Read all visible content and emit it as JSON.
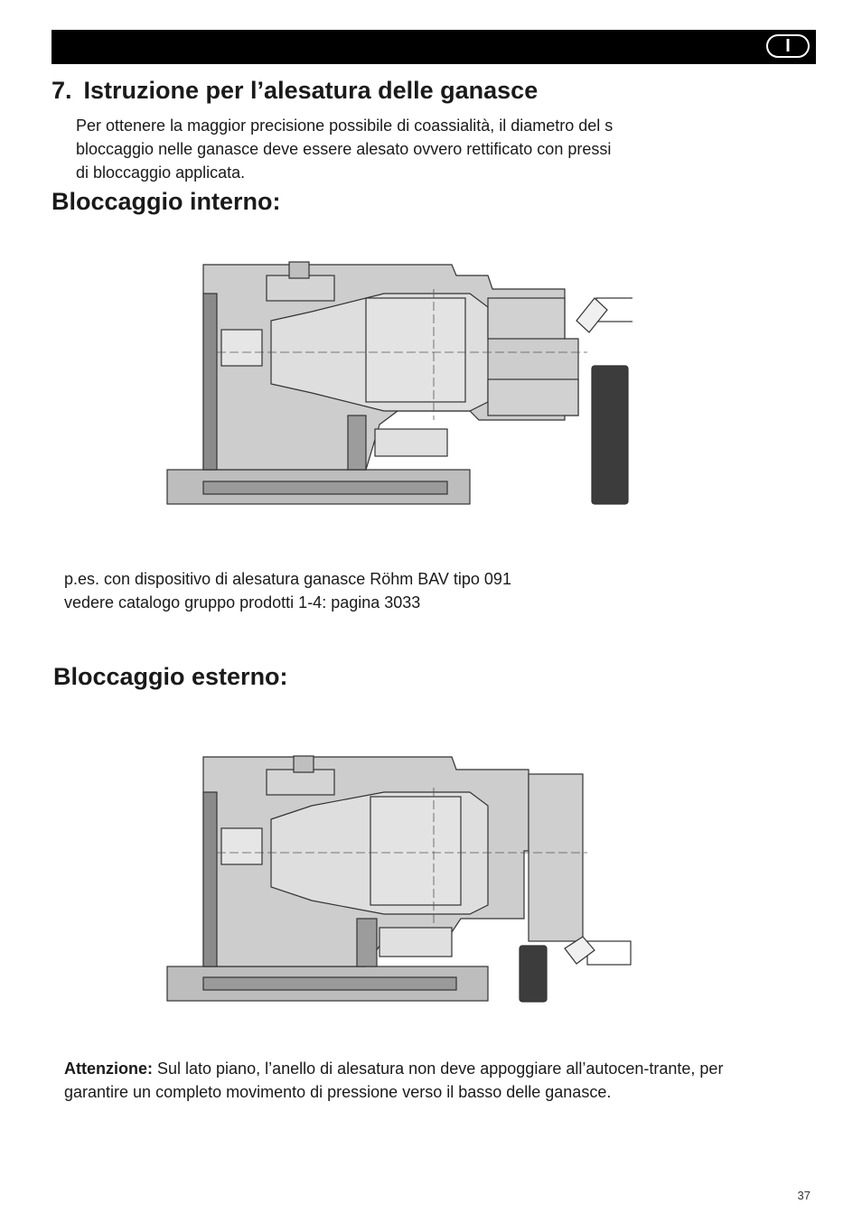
{
  "header": {
    "language_badge": "I"
  },
  "section": {
    "number": "7.",
    "title": "Istruzione per l’alesatura delle ganasce",
    "intro_lines": [
      "Per ottenere la maggior precisione possibile di coassialità, il diametro del s",
      "bloccaggio nelle ganasce deve essere alesato ovvero rettificato con pressi",
      "di bloccaggio applicata."
    ]
  },
  "internal": {
    "title": "Bloccaggio interno:",
    "caption_lines": [
      "p.es. con dispositivo di alesatura ganasce Röhm BAV tipo 091",
      "vedere catalogo gruppo prodotti 1-4:  pagina 3033"
    ]
  },
  "external": {
    "title": "Bloccaggio esterno:"
  },
  "note": {
    "label": "Attenzione:",
    "text": " Sul lato piano, l’anello di alesatura non deve appoggiare all’autocen-trante, per garantire un completo movimento di pressione verso il basso delle ganasce."
  },
  "footer": {
    "page_number": "37"
  }
}
